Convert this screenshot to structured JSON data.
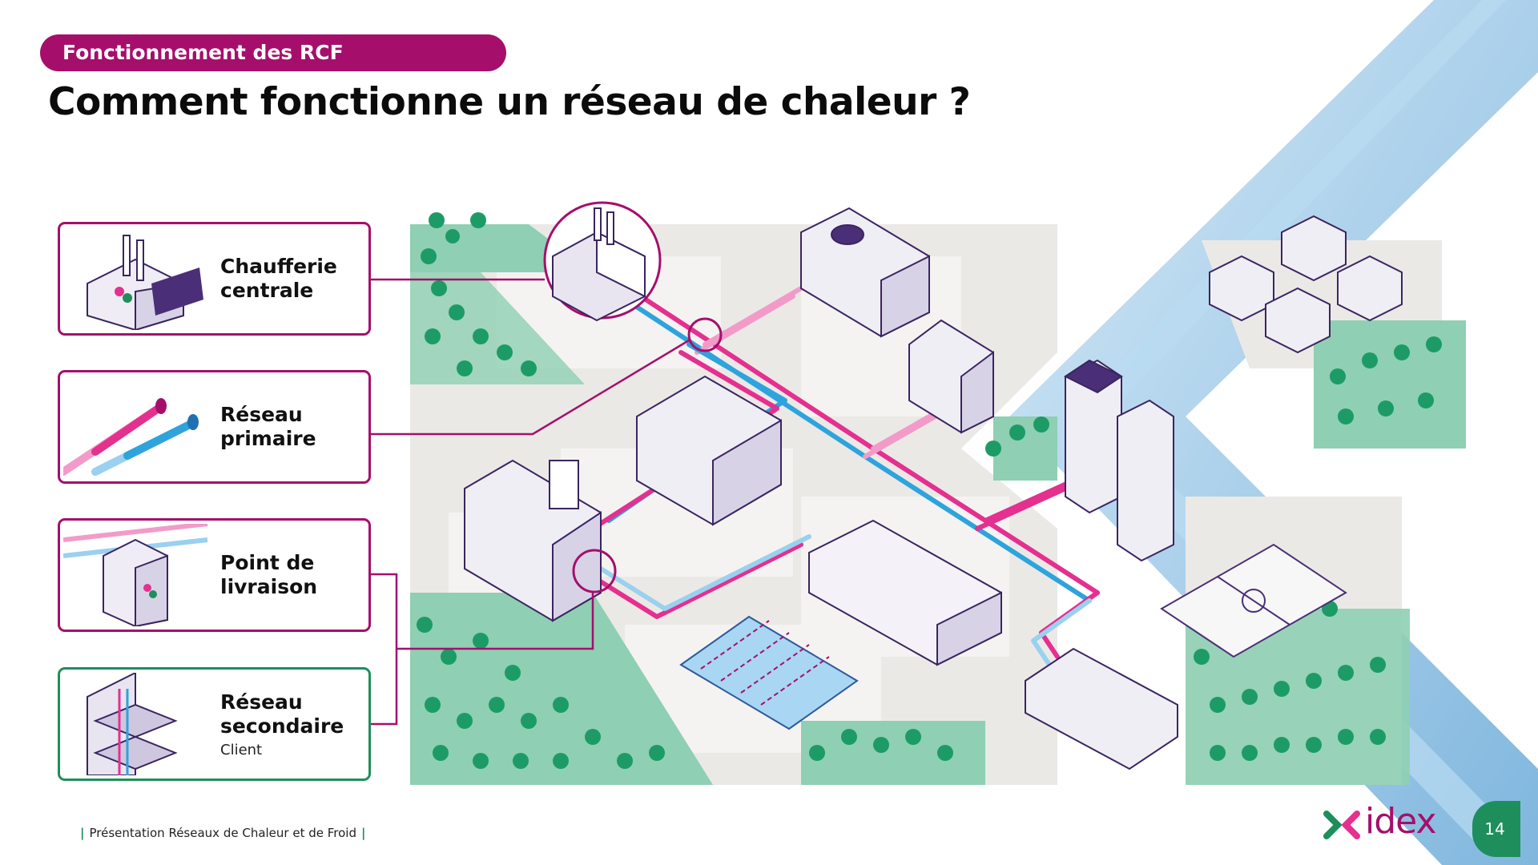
{
  "header": {
    "section": "Fonctionnement des RCF",
    "title": "Comment fonctionne un réseau de chaleur ?"
  },
  "legend": [
    {
      "id": "chaufferie",
      "line1": "Chaufferie",
      "line2": "centrale",
      "sub": "",
      "icon": "factory-icon"
    },
    {
      "id": "primaire",
      "line1": "Réseau",
      "line2": "primaire",
      "sub": "",
      "icon": "pipes-icon"
    },
    {
      "id": "livraison",
      "line1": "Point de",
      "line2": "livraison",
      "sub": "",
      "icon": "building-icon"
    },
    {
      "id": "secondaire",
      "line1": "Réseau",
      "line2": "secondaire",
      "sub": "Client",
      "icon": "building-section-icon"
    }
  ],
  "footer": {
    "text": "Présentation Réseaux de Chaleur et de Froid",
    "brand": "idex",
    "page": "14"
  },
  "colors": {
    "magenta": "#a50f6b",
    "pink": "#e4308f",
    "blue": "#2ea3dc",
    "green": "#1e8f5c",
    "purple": "#4a2f78",
    "river": "#a9d3ee"
  }
}
